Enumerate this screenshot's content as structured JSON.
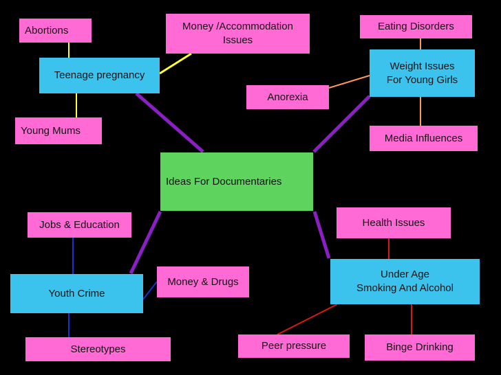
{
  "colors": {
    "background": "#000000",
    "leaf": "#ff6ad5",
    "branch": "#3bc3ee",
    "root": "#5ed35e",
    "trunk_line": "#8a1fc4",
    "pregnancy_line": "#ffff2e",
    "weight_line": "#ff9a5c",
    "crime_line": "#1a2fd0",
    "smoking_line": "#d41a1a"
  },
  "central": {
    "label": "Ideas For Documentaries"
  },
  "branches": {
    "teenage_pregnancy": {
      "label": "Teenage pregnancy",
      "leaves": [
        "Abortions",
        "Money /Accommodation",
        "Issues",
        "Young Mums"
      ]
    },
    "weight_issues": {
      "label_line1": "Weight Issues",
      "label_line2": "For Young Girls",
      "leaves": [
        "Eating Disorders",
        "Anorexia",
        "Media Influences"
      ]
    },
    "youth_crime": {
      "label": "Youth Crime",
      "leaves": [
        "Jobs & Education",
        "Money & Drugs",
        "Stereotypes"
      ]
    },
    "under_age": {
      "label_line1": "Under Age",
      "label_line2": "Smoking And Alcohol",
      "leaves": [
        "Health Issues",
        "Peer pressure",
        "Binge Drinking"
      ]
    }
  }
}
